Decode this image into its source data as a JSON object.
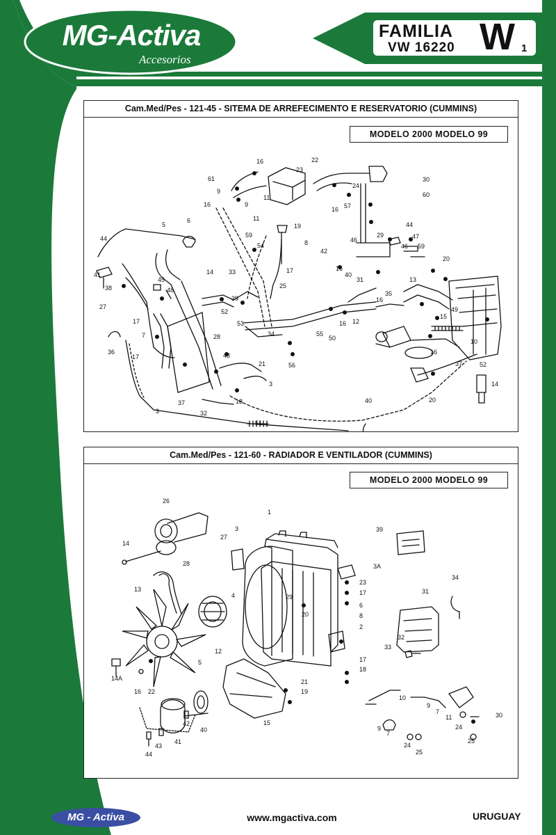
{
  "header": {
    "brand": "MG-Activa",
    "brand_sub": "Accesorios",
    "family_line1": "FAMILIA",
    "family_line2": "VW 16220",
    "family_letter": "W",
    "family_number": "1"
  },
  "colors": {
    "brand_green": "#1b7a3a",
    "brand_blue": "#3a4fa3",
    "line": "#111111"
  },
  "panels": [
    {
      "title": "Cam.Med/Pes - 121-45 - SITEMA DE ARREFECIMENTO E RESERVATORIO (CUMMINS)",
      "model": "MODELO 2000 MODELO 99",
      "callouts": [
        "16",
        "23",
        "22",
        "61",
        "30",
        "24",
        "9",
        "11",
        "16",
        "9",
        "60",
        "16",
        "11",
        "57",
        "44",
        "6",
        "19",
        "59",
        "54",
        "5",
        "29",
        "47",
        "44",
        "8",
        "46",
        "42",
        "46",
        "59",
        "41",
        "20",
        "33",
        "17",
        "14",
        "16",
        "40",
        "31",
        "13",
        "45",
        "48",
        "38",
        "25",
        "35",
        "39",
        "52",
        "27",
        "16",
        "15",
        "49",
        "12",
        "53",
        "34",
        "17",
        "28",
        "55",
        "10",
        "16",
        "43",
        "7",
        "50",
        "56",
        "16",
        "36",
        "21",
        "17",
        "3",
        "52",
        "14",
        "37",
        "18",
        "20",
        "3",
        "37",
        "32",
        "40",
        "51"
      ]
    },
    {
      "title": "Cam.Med/Pes - 121-60 - RADIADOR E VENTILADOR (CUMMINS)",
      "model": "MODELO 2000 MODELO 99",
      "callouts": [
        "26",
        "1",
        "39",
        "3",
        "27",
        "14",
        "28",
        "3A",
        "23",
        "13",
        "34",
        "17",
        "29",
        "6",
        "4",
        "31",
        "20",
        "8",
        "2",
        "12",
        "32",
        "33",
        "5",
        "17",
        "18",
        "14A",
        "16",
        "22",
        "21",
        "19",
        "10",
        "9",
        "7",
        "11",
        "30",
        "15",
        "42",
        "40",
        "24",
        "9",
        "7",
        "41",
        "43",
        "44",
        "24",
        "25",
        "25"
      ]
    }
  ],
  "footer": {
    "logo": "MG - Activa",
    "url": "www.mgactiva.com",
    "country": "URUGUAY"
  }
}
